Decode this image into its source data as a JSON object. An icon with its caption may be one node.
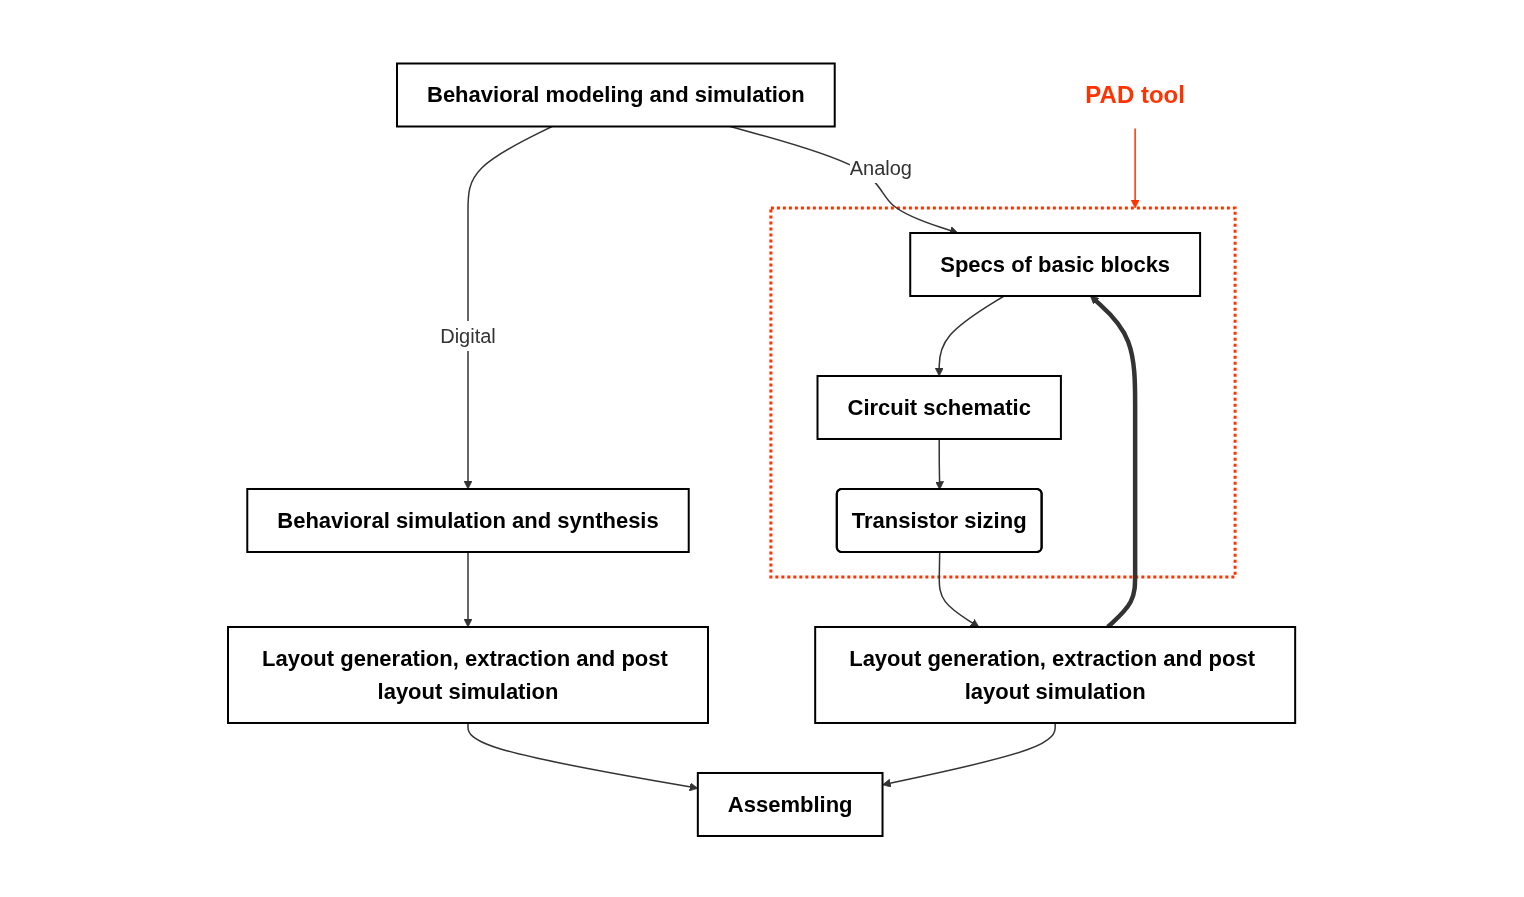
{
  "diagram": {
    "nodes": [
      {
        "text": [
          "Behavioral modeling and simulation"
        ]
      },
      {
        "text": [
          "Behavioral simulation and synthesis"
        ]
      },
      {
        "text": [
          "Layout generation, extraction and post layout simulation"
        ]
      },
      {
        "text": [
          "PAD tool"
        ]
      },
      {
        "text": [],
        "shape": "box"
      },
      {
        "text": [
          "Specs of basic blocks"
        ],
        "in": 4
      },
      {
        "text": [
          "Circuit schematic"
        ],
        "in": 4
      },
      {
        "text": [
          "Transistor sizing"
        ],
        "in": 4
      },
      {
        "text": [
          "Layout generation, extraction and post layout simulation"
        ]
      },
      {
        "text": [
          "Assembling"
        ]
      }
    ],
    "edges": [
      {
        "from": 0,
        "to": 1,
        "arrow": "to",
        "label": "Digital"
      },
      {
        "from": 0,
        "to": 5,
        "arrow": "to",
        "label": "Analog"
      },
      {
        "from": 1,
        "to": 2,
        "arrow": "to"
      },
      {
        "from": 3,
        "to": 4,
        "arrow": "to",
        "color": "#ff3300"
      },
      {
        "from": 5,
        "to": 6,
        "arrow": "to"
      },
      {
        "from": 6,
        "to": 7,
        "arrow": "to"
      },
      {
        "from": 7,
        "to": 8,
        "arrow": "to"
      },
      {
        "from": 8,
        "to": 5,
        "arrow": "to",
        "style": "thick"
      },
      {
        "from": 2,
        "to": 9,
        "arrow": "to"
      },
      {
        "from": 8,
        "to": 9,
        "arrow": "to"
      }
    ]
  }
}
